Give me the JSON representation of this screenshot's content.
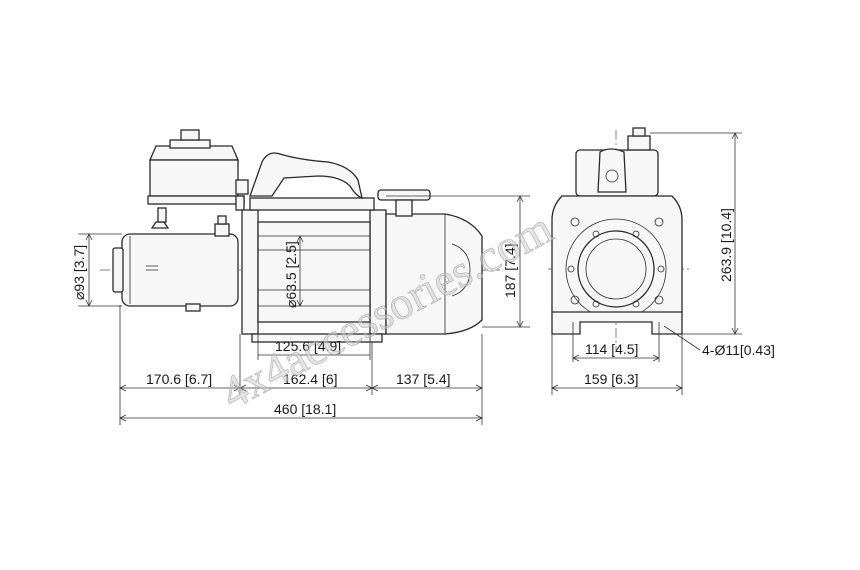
{
  "dimensions": {
    "drum_diameter": "63.5 [2.5]",
    "motor_diameter": "93 [3.7]",
    "height_side": "187 [7.4]",
    "height_front": "263.9 [10.4]",
    "drum_length": "125.6 [4.9]",
    "motor_length": "170.6 [6.7]",
    "center_length": "162.4 [6]",
    "gearbox_length": "137 [5.4]",
    "overall_length": "460 [18.1]",
    "bolt_spacing": "114 [4.5]",
    "base_width": "159 [6.3]",
    "mount_holes": "4-Ø11[0.43]"
  },
  "symbols": {
    "diameter": "⌀"
  },
  "watermark": "4x4accessories.com"
}
